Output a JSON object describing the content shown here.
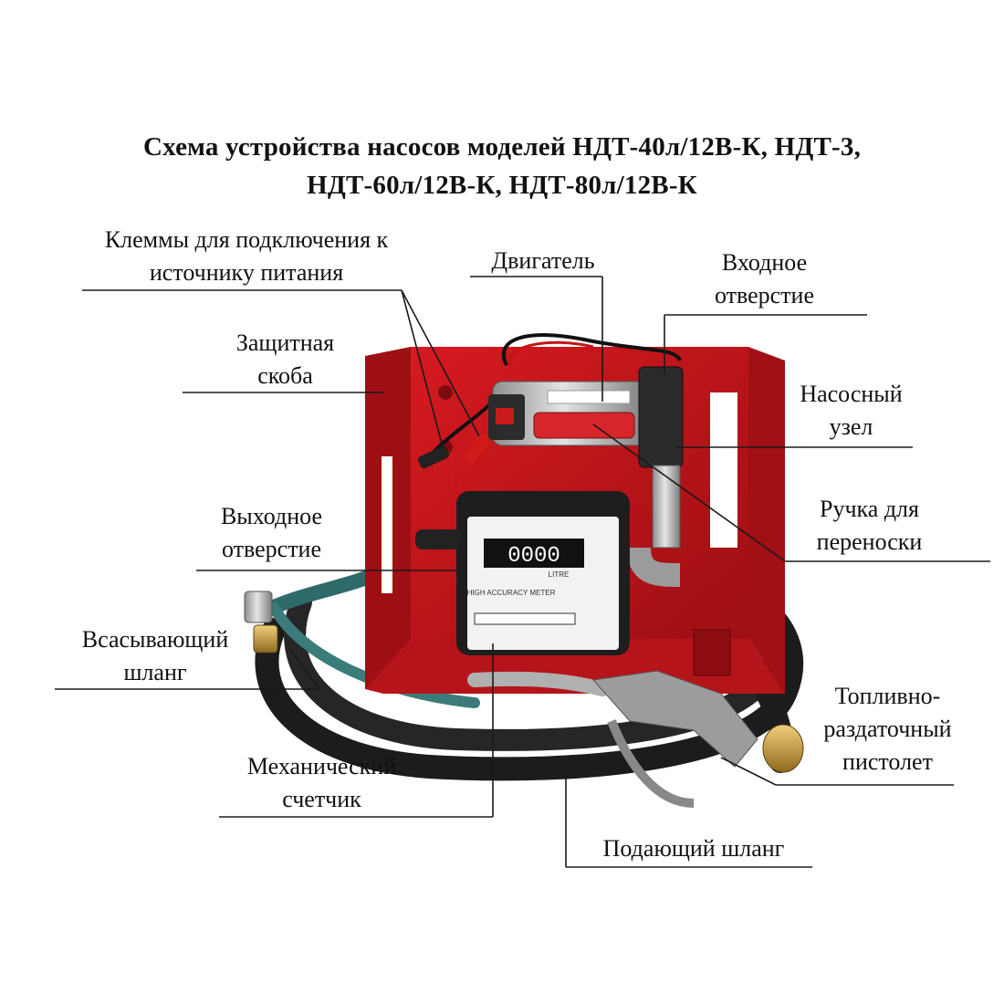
{
  "title": {
    "line1": "Схема устройства насосов моделей НДТ-40л/12В-К, НДТ-3,",
    "line2": "НДТ-60л/12В-К, НДТ-80л/12В-К"
  },
  "labels": {
    "terminals": {
      "line1": "Клеммы для подключения к",
      "line2": "источнику питания"
    },
    "motor": "Двигатель",
    "inlet": {
      "line1": "Входное",
      "line2": "отверстие"
    },
    "guard": {
      "line1": "Защитная",
      "line2": "скоба"
    },
    "pump_unit": {
      "line1": "Насосный",
      "line2": "узел"
    },
    "outlet": {
      "line1": "Выходное",
      "line2": "отверстие"
    },
    "handle": {
      "line1": "Ручка для",
      "line2": "переноски"
    },
    "suction_hose": {
      "line1": "Всасывающий",
      "line2": "шланг"
    },
    "nozzle": {
      "line1": "Топливно-",
      "line2": "раздаточный",
      "line3": "пистолет"
    },
    "meter": {
      "line1": "Механический",
      "line2": "счетчик"
    },
    "delivery_hose": "Подающий шланг"
  },
  "meter_face": {
    "digits": "0000",
    "unit": "LITRE",
    "caption": "HIGH ACCURACY METER"
  },
  "colors": {
    "frame_red": "#c4141a",
    "frame_dark": "#8c0d10",
    "hose_black": "#1c1c1c",
    "hose_teal": "#2f6a6a",
    "metal": "#b9b9b9",
    "brass": "#c79a3c"
  }
}
